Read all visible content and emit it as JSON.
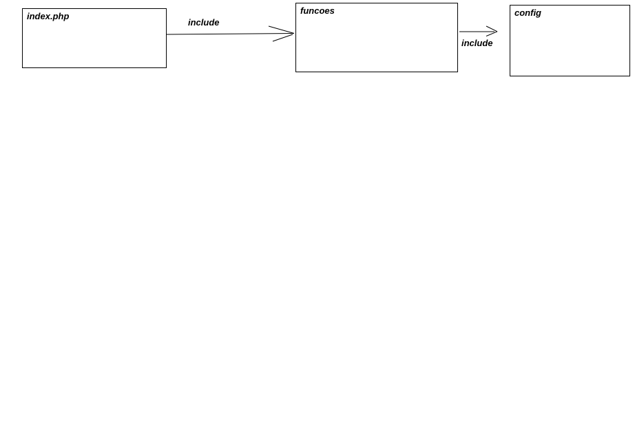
{
  "diagram": {
    "background_color": "#ffffff",
    "stroke_color": "#000000",
    "nodes": [
      {
        "id": "index",
        "label": "index.php"
      },
      {
        "id": "funcoes",
        "label": "funcoes"
      },
      {
        "id": "config",
        "label": "config"
      }
    ],
    "edges": [
      {
        "from": "index",
        "to": "funcoes",
        "label": "include",
        "label_position": "above"
      },
      {
        "from": "funcoes",
        "to": "config",
        "label": "include",
        "label_position": "below"
      }
    ]
  }
}
